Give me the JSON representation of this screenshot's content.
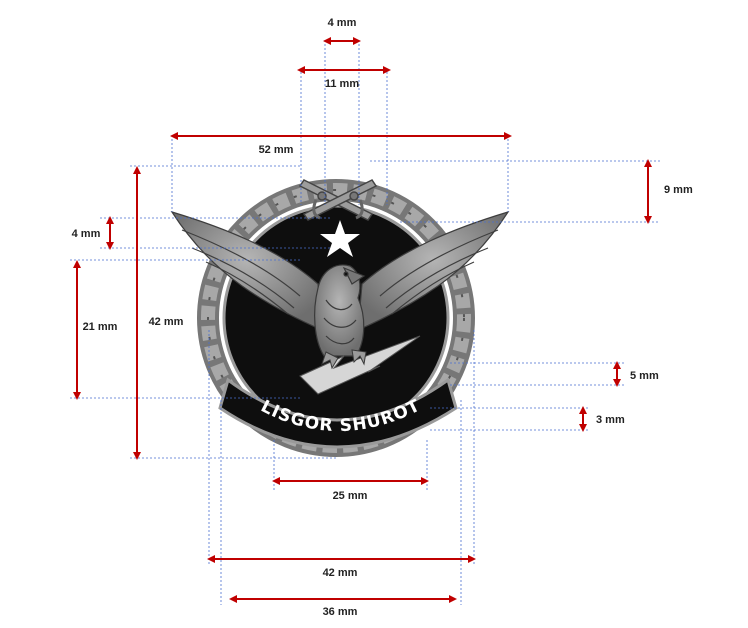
{
  "badge": {
    "banner_text": "LISGOR SHUROT",
    "colors": {
      "metal": "#8c8c8c",
      "metal_dark": "#5a5a5a",
      "enamel": "#0e0e0e",
      "white": "#ffffff"
    }
  },
  "dimensions": {
    "colors": {
      "arrow": "#c00000",
      "guide": "#4a6fd0"
    },
    "labels": {
      "star_width": "4 mm",
      "swords_width": "11 mm",
      "wings_width": "52 mm",
      "swords_height": "9 mm",
      "star_height": "4 mm",
      "total_height": "42 mm",
      "eagle_height": "21 mm",
      "banner_height": "5 mm",
      "bottom_rim": "3 mm",
      "banner_width": "25 mm",
      "outer_width": "42 mm",
      "inner_width": "36 mm"
    }
  }
}
